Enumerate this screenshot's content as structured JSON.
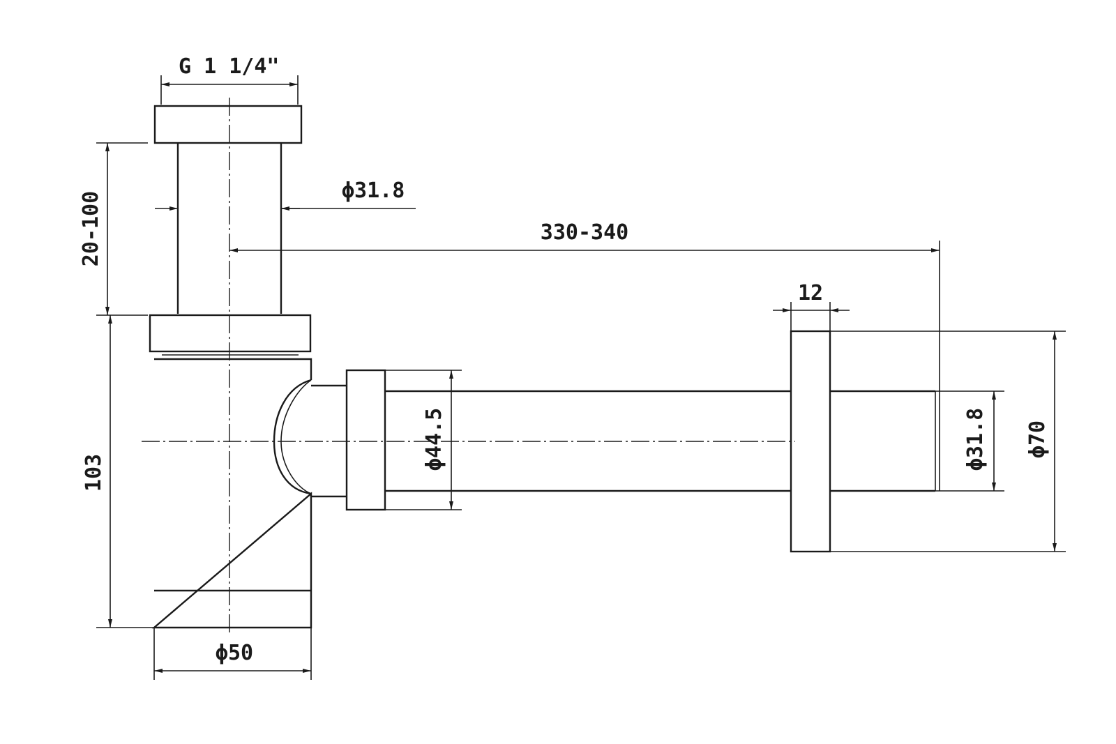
{
  "drawing": {
    "labels": {
      "thread_size": "G 1 1/4\"",
      "inlet_tube_diameter": "ϕ31.8",
      "height_adjustment": "20-100",
      "wall_distance": "330-340",
      "flange_thickness": "12",
      "body_height": "103",
      "outlet_nut_diameter": "ϕ44.5",
      "outlet_tube_diameter": "ϕ31.8",
      "flange_diameter": "ϕ70",
      "body_diameter": "ϕ50"
    }
  }
}
